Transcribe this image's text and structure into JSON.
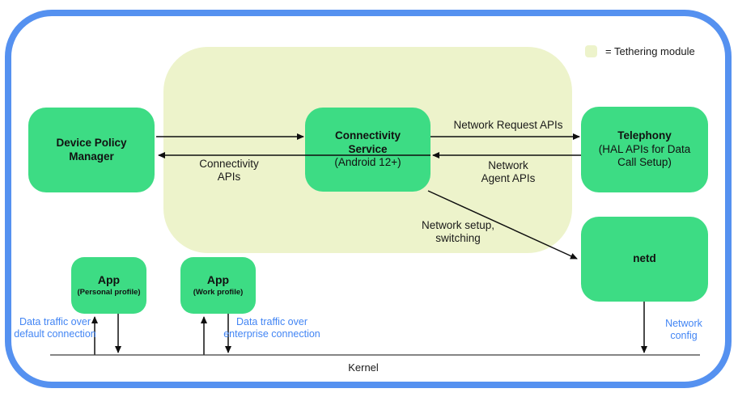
{
  "colors": {
    "node_green": "#3ddc84",
    "module_background": "#edf3cb",
    "frame_blue": "#5591f0",
    "link_blue": "#4285f4"
  },
  "legend": {
    "label": "= Tethering module"
  },
  "nodes": {
    "device_policy_manager": {
      "title": "Device Policy\nManager"
    },
    "connectivity_service": {
      "title": "Connectivity\nService",
      "subtitle": "(Android 12+)"
    },
    "telephony": {
      "title": "Telephony",
      "subtitle": "(HAL APIs for Data\nCall Setup)"
    },
    "netd": {
      "title": "netd"
    },
    "app_personal": {
      "title": "App",
      "subtitle": "(Personal profile)"
    },
    "app_work": {
      "title": "App",
      "subtitle": "(Work profile)"
    }
  },
  "edge_labels": {
    "connectivity_apis": "Connectivity\nAPIs",
    "network_request_apis": "Network Request APIs",
    "network_agent_apis": "Network\nAgent APIs",
    "network_setup_switching": "Network setup,\nswitching",
    "data_traffic_default": "Data traffic over\ndefault connection",
    "data_traffic_enterprise": "Data traffic over\nenterprise connection",
    "network_config": "Network\nconfig"
  },
  "kernel": {
    "label": "Kernel"
  }
}
